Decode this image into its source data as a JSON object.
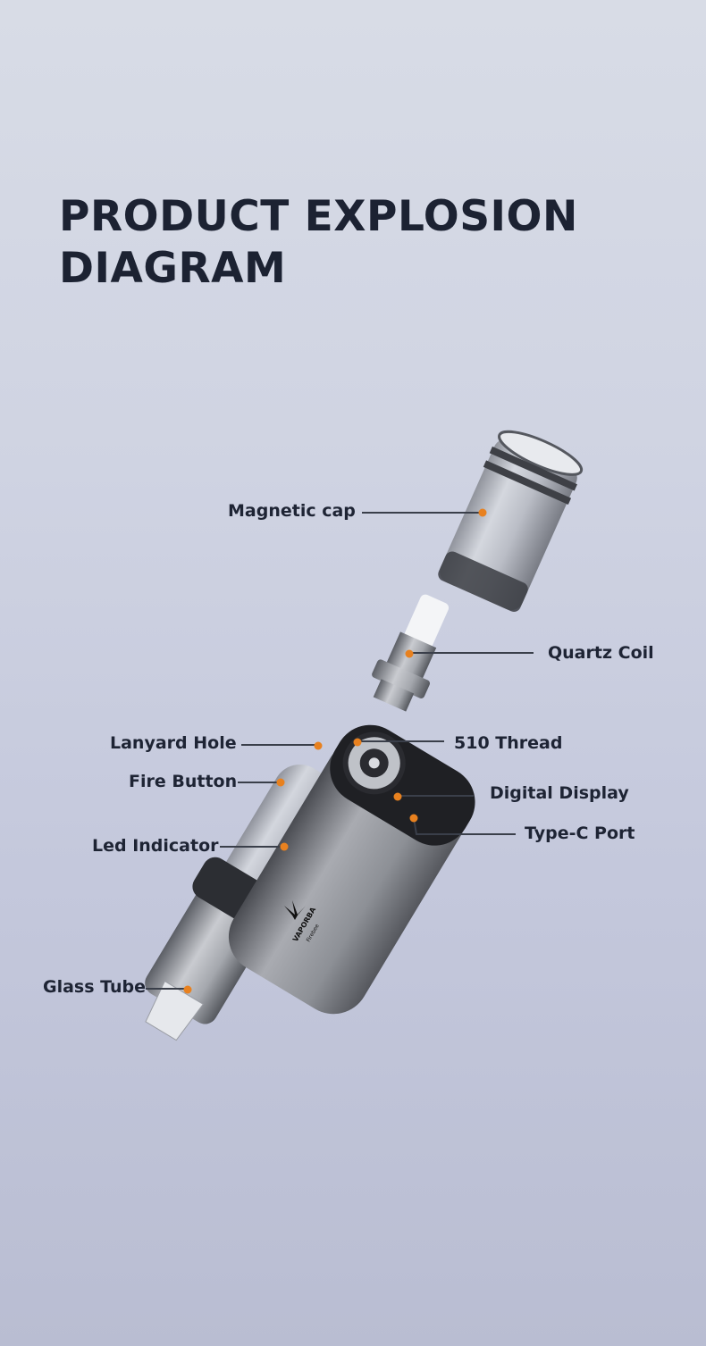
{
  "title": {
    "line1": "PRODUCT EXPLOSION",
    "line2": "DIAGRAM"
  },
  "labels": {
    "magnetic_cap": "Magnetic cap",
    "quartz_coil": "Quartz Coil",
    "lanyard_hole": "Lanyard Hole",
    "thread_510": "510 Thread",
    "fire_button": "Fire Button",
    "digital_display": "Digital Display",
    "type_c_port": "Type-C Port",
    "led_indicator": "Led Indicator",
    "glass_tube": "Glass Tube"
  },
  "logo": {
    "brand": "VAPORBA",
    "model": "Firebee"
  },
  "colors": {
    "title": "#1c2232",
    "dot": "#e8811f",
    "leader": "#3a3f4a"
  }
}
